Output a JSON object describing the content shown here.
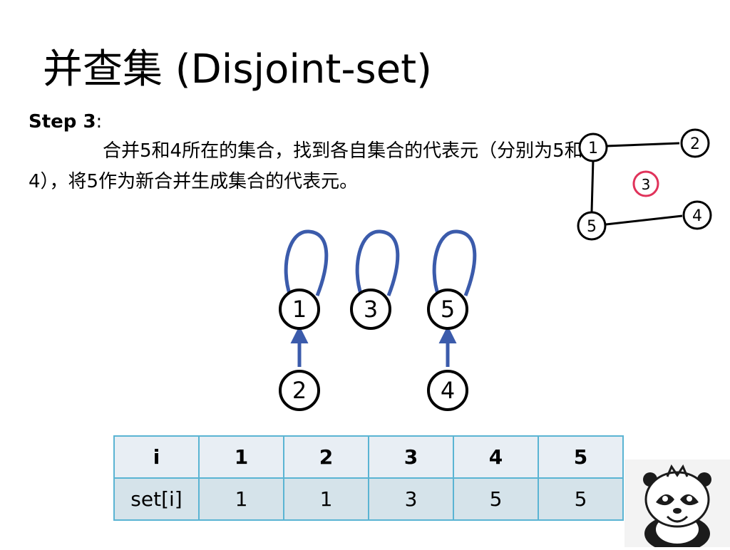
{
  "title": "并查集 (Disjoint-set)",
  "step": {
    "label": "Step 3",
    "colon": ":",
    "text": "合并5和4所在的集合，找到各自集合的代表元（分别为5和4），将5作为新合并生成集合的代表元。"
  },
  "small_graph": {
    "nodes": [
      "1",
      "2",
      "3",
      "4",
      "5"
    ],
    "edges": [
      [
        "1",
        "2"
      ],
      [
        "1",
        "5"
      ],
      [
        "5",
        "4"
      ]
    ],
    "highlight_node": "3",
    "highlight_color": "#e0325a"
  },
  "forest": {
    "roots": [
      "1",
      "3",
      "5"
    ],
    "children": [
      {
        "node": "2",
        "parent": "1"
      },
      {
        "node": "4",
        "parent": "5"
      }
    ],
    "arrow_color": "#3b5bab"
  },
  "table": {
    "header": [
      "i",
      "1",
      "2",
      "3",
      "4",
      "5"
    ],
    "row": [
      "set[i]",
      "1",
      "1",
      "3",
      "5",
      "5"
    ],
    "border_color": "#5ab4d3"
  },
  "logo": "panda-mascot"
}
